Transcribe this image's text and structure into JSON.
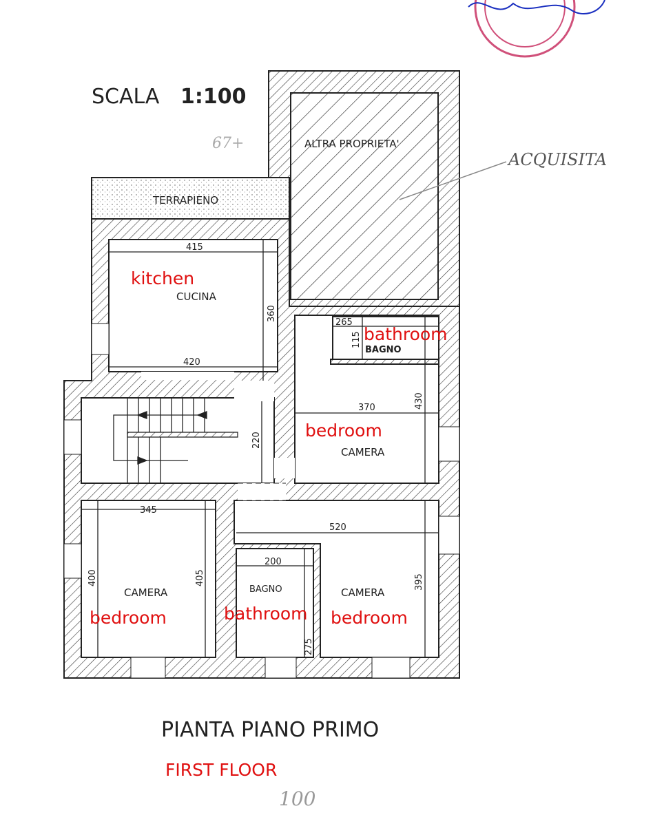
{
  "title": {
    "scale_prefix": "SCALA",
    "scale_value": "1:100",
    "plan_title": "PIANTA PIANO PRIMO",
    "translation": "FIRST FLOOR"
  },
  "annotations": {
    "altra": "ALTRA PROPRIETA'",
    "acquisita": "ACQUISITA",
    "pencil_note": "67+",
    "page_note": "100",
    "terrapieno": "TERRAPIENO"
  },
  "rooms": {
    "kitchen": {
      "name": "CUCINA",
      "translation": "kitchen",
      "width": "415",
      "width_bottom": "420",
      "depth": "360"
    },
    "bath_top": {
      "name": "BAGNO",
      "translation": "bathroom",
      "width": "265",
      "depth": "115"
    },
    "bed_right_top": {
      "name": "CAMERA",
      "translation": "bedroom",
      "width": "370",
      "depth": "430"
    },
    "stair": {
      "depth": "220"
    },
    "bed_left": {
      "name": "CAMERA",
      "translation": "bedroom",
      "width": "345",
      "depth_left": "400",
      "depth_right": "405"
    },
    "bath_bottom": {
      "name": "BAGNO",
      "translation": "bathroom",
      "width": "200",
      "depth": "275"
    },
    "bed_right_bottom": {
      "name": "CAMERA",
      "translation": "bedroom",
      "width": "520",
      "depth": "395"
    }
  },
  "colors": {
    "translation": "#e01010",
    "stamp": "#d0507a",
    "ink": "#1a2fc0"
  }
}
